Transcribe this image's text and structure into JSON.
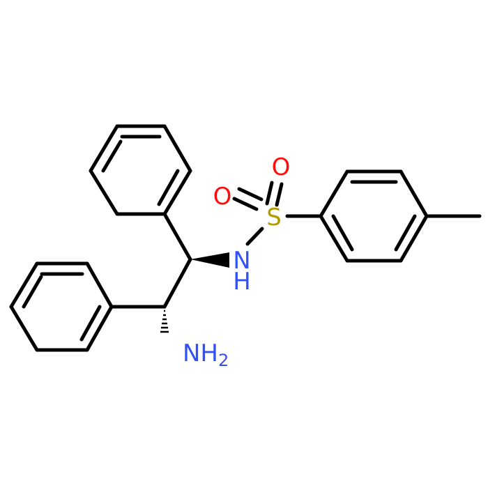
{
  "atoms": {
    "oxygen_top": {
      "label": "O",
      "color": "#ff0d0d"
    },
    "oxygen_left": {
      "label": "O",
      "color": "#ff0d0d"
    },
    "sulfur": {
      "label": "S",
      "color": "#b29a00"
    },
    "nitrogen_sulfonamide": {
      "label": "N",
      "hydrogen": "H",
      "color": "#3050f8"
    },
    "amine": {
      "label": "NH",
      "subscript": "2",
      "color": "#3050f8"
    }
  },
  "colors": {
    "bond": "#000000",
    "background": "#ffffff"
  }
}
